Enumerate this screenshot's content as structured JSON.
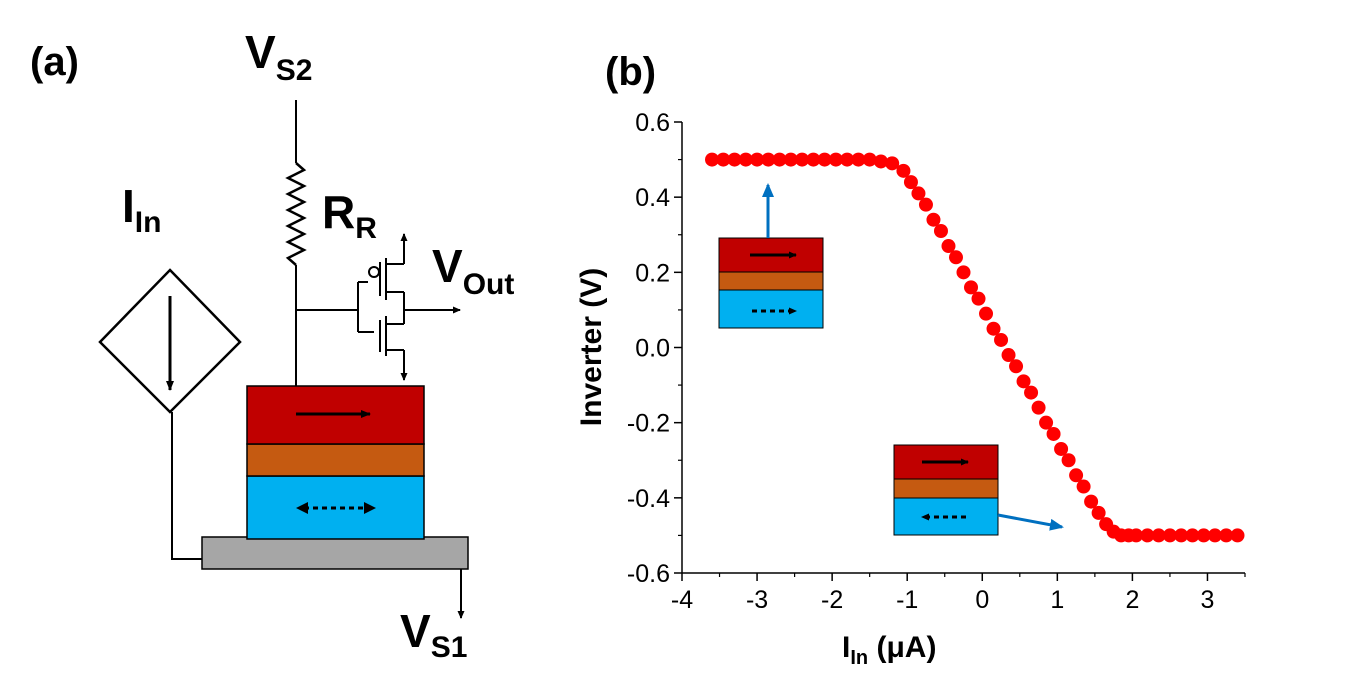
{
  "panel_a": {
    "label": "(a)",
    "vs2": {
      "main": "V",
      "sub": "S2"
    },
    "vs1": {
      "main": "V",
      "sub": "S1"
    },
    "iin": {
      "main": "I",
      "sub": "In"
    },
    "rr": {
      "main": "R",
      "sub": "R"
    },
    "vout": {
      "main": "V",
      "sub": "Out"
    },
    "colors": {
      "top_layer": "#c00000",
      "spacer": "#c55a11",
      "free_layer": "#00b0f0",
      "substrate": "#a6a6a6"
    }
  },
  "panel_b": {
    "label": "(b)",
    "ylabel": "Inverter (V)",
    "xlabel": {
      "main": "I",
      "sub": "In",
      "rest": " (μA)"
    },
    "marker_color": "#ff0000",
    "arrow_color": "#0070c0"
  },
  "chart_data": {
    "type": "scatter",
    "xlabel": "I_In (μA)",
    "ylabel": "Inverter (V)",
    "xlim": [
      -4,
      3.5
    ],
    "ylim": [
      -0.6,
      0.6
    ],
    "xticks": [
      "-4",
      "-3",
      "-2",
      "-1",
      "0",
      "1",
      "2",
      "3"
    ],
    "yticks": [
      "0.6",
      "0.4",
      "0.2",
      "0.0",
      "-0.2",
      "-0.4",
      "-0.6"
    ],
    "series": [
      {
        "x": [
          -3.6,
          -3.45,
          -3.3,
          -3.15,
          -3.0,
          -2.85,
          -2.7,
          -2.55,
          -2.4,
          -2.25,
          -2.1,
          -1.95,
          -1.8,
          -1.65,
          -1.5,
          -1.35,
          -1.2,
          -1.05,
          -0.95,
          -0.85,
          -0.75,
          -0.65,
          -0.55,
          -0.45,
          -0.35,
          -0.25,
          -0.15,
          -0.05,
          0.05,
          0.15,
          0.25,
          0.35,
          0.45,
          0.55,
          0.65,
          0.75,
          0.85,
          0.95,
          1.05,
          1.15,
          1.25,
          1.35,
          1.45,
          1.55,
          1.65,
          1.75,
          1.85,
          1.95,
          2.05,
          2.2,
          2.35,
          2.5,
          2.65,
          2.8,
          2.95,
          3.1,
          3.25,
          3.4
        ],
        "y": [
          0.5,
          0.5,
          0.5,
          0.5,
          0.5,
          0.5,
          0.5,
          0.5,
          0.5,
          0.5,
          0.5,
          0.5,
          0.5,
          0.5,
          0.5,
          0.495,
          0.49,
          0.47,
          0.44,
          0.41,
          0.38,
          0.34,
          0.31,
          0.27,
          0.24,
          0.2,
          0.16,
          0.13,
          0.09,
          0.05,
          0.02,
          -0.02,
          -0.05,
          -0.09,
          -0.12,
          -0.16,
          -0.2,
          -0.23,
          -0.27,
          -0.3,
          -0.34,
          -0.37,
          -0.41,
          -0.44,
          -0.47,
          -0.49,
          -0.5,
          -0.5,
          -0.5,
          -0.5,
          -0.5,
          -0.5,
          -0.5,
          -0.5,
          -0.5,
          -0.5,
          -0.5,
          -0.5
        ]
      }
    ]
  }
}
